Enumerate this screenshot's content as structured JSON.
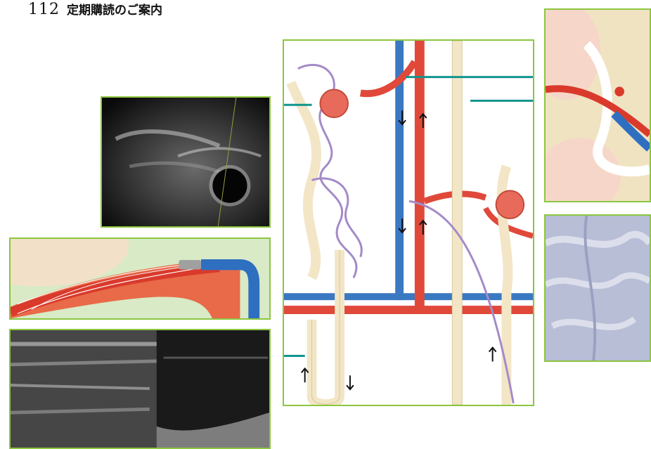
{
  "header": {
    "page_number": "112",
    "title": "定期購読のご案内"
  },
  "colors": {
    "frame_border": "#8cc63f",
    "artery": "#e0493a",
    "vein": "#3a78c2",
    "tubule": "#f2e6c6",
    "capillary": "#a48ac8",
    "pointer": "#12958f"
  },
  "images": [
    {
      "name": "ultrasound-cross-section-image"
    },
    {
      "name": "vessel-catheter-illustration"
    },
    {
      "name": "ultrasound-longitudinal-image"
    },
    {
      "name": "nephron-anatomy-illustration"
    },
    {
      "name": "kidney-section-illustration"
    },
    {
      "name": "histology-image"
    }
  ]
}
